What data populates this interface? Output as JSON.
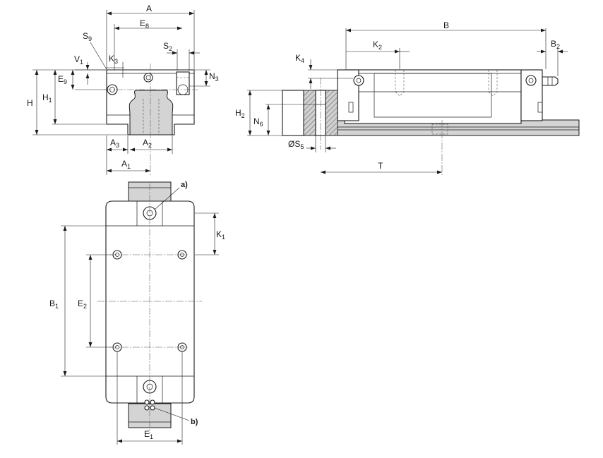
{
  "labels": {
    "A": {
      "main": "A",
      "sub": ""
    },
    "E8": {
      "main": "E",
      "sub": "8"
    },
    "S9": {
      "main": "S",
      "sub": "9"
    },
    "V1": {
      "main": "V",
      "sub": "1"
    },
    "K3": {
      "main": "K",
      "sub": "3"
    },
    "S2": {
      "main": "S",
      "sub": "2"
    },
    "E9": {
      "main": "E",
      "sub": "9"
    },
    "N3": {
      "main": "N",
      "sub": "3"
    },
    "H": {
      "main": "H",
      "sub": ""
    },
    "H1": {
      "main": "H",
      "sub": "1"
    },
    "A3": {
      "main": "A",
      "sub": "3"
    },
    "A2": {
      "main": "A",
      "sub": "2"
    },
    "A1": {
      "main": "A",
      "sub": "1"
    },
    "B": {
      "main": "B",
      "sub": ""
    },
    "K2": {
      "main": "K",
      "sub": "2"
    },
    "B2": {
      "main": "B",
      "sub": "2"
    },
    "K4": {
      "main": "K",
      "sub": "4"
    },
    "H2": {
      "main": "H",
      "sub": "2"
    },
    "N6": {
      "main": "N",
      "sub": "6"
    },
    "S5": {
      "main": "ØS",
      "sub": "5"
    },
    "T": {
      "main": "T",
      "sub": ""
    },
    "K1": {
      "main": "K",
      "sub": "1"
    },
    "B1": {
      "main": "B",
      "sub": "1"
    },
    "E2": {
      "main": "E",
      "sub": "2"
    },
    "E1": {
      "main": "E",
      "sub": "1"
    }
  },
  "notes": {
    "a": "a)",
    "b": "b)"
  }
}
